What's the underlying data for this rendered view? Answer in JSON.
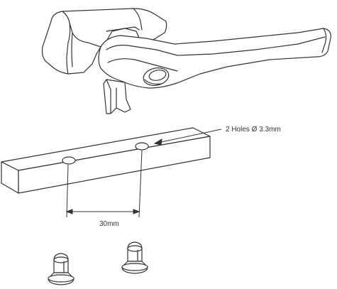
{
  "annotations": {
    "holes_label": "2 Holes Ø 3.3mm",
    "spacing_label": "30mm"
  },
  "colors": {
    "line": "#333333",
    "fill": "#ffffff",
    "background": "#ffffff"
  },
  "parts": {
    "handle": "window-handle",
    "backplate": "mounting-backplate",
    "screws": 2
  }
}
